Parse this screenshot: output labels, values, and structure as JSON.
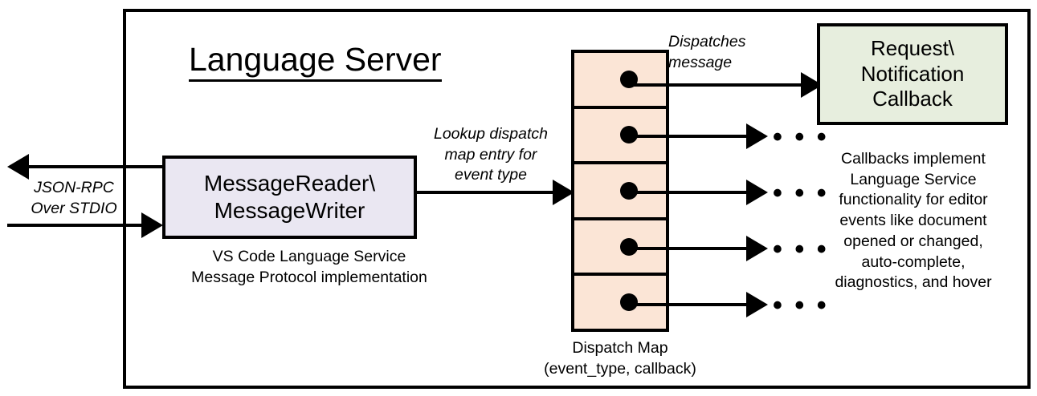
{
  "diagram": {
    "title": "Language Server",
    "frame_name": "language-server-boundary"
  },
  "external_io": {
    "label": "JSON-RPC\nOver STDIO",
    "outbound_arrow": "arrow-left",
    "inbound_arrow": "arrow-right"
  },
  "message_io": {
    "box_label": "MessageReader\\\nMessageWriter",
    "caption": "VS Code Language Service\nMessage Protocol implementation",
    "fill_color": "#eae7f2"
  },
  "lookup": {
    "label": "Lookup dispatch\nmap entry for\nevent type"
  },
  "dispatch_map": {
    "caption": "Dispatch Map\n(event_type, callback)",
    "fill_color": "#fbe5d6",
    "rows": [
      {
        "index": 1,
        "dot": "callback-dot",
        "outgoing": "callback-box"
      },
      {
        "index": 2,
        "dot": "callback-dot",
        "outgoing": "ellipsis"
      },
      {
        "index": 3,
        "dot": "callback-dot",
        "outgoing": "ellipsis"
      },
      {
        "index": 4,
        "dot": "callback-dot",
        "outgoing": "ellipsis"
      },
      {
        "index": 5,
        "dot": "callback-dot",
        "outgoing": "ellipsis"
      }
    ],
    "ellipsis_glyph": "• • •"
  },
  "dispatch": {
    "label": "Dispatches\nmessage"
  },
  "callback": {
    "box_label": "Request\\\nNotification\nCallback",
    "fill_color": "#e7eede",
    "caption": "Callbacks implement\nLanguage Service\nfunctionality for editor\nevents like document\nopened or changed,\nauto-complete,\ndiagnostics, and hover"
  },
  "colors": {
    "stroke": "#000000",
    "background": "#ffffff",
    "lavender": "#eae7f2",
    "peach": "#fbe5d6",
    "green": "#e7eede"
  }
}
